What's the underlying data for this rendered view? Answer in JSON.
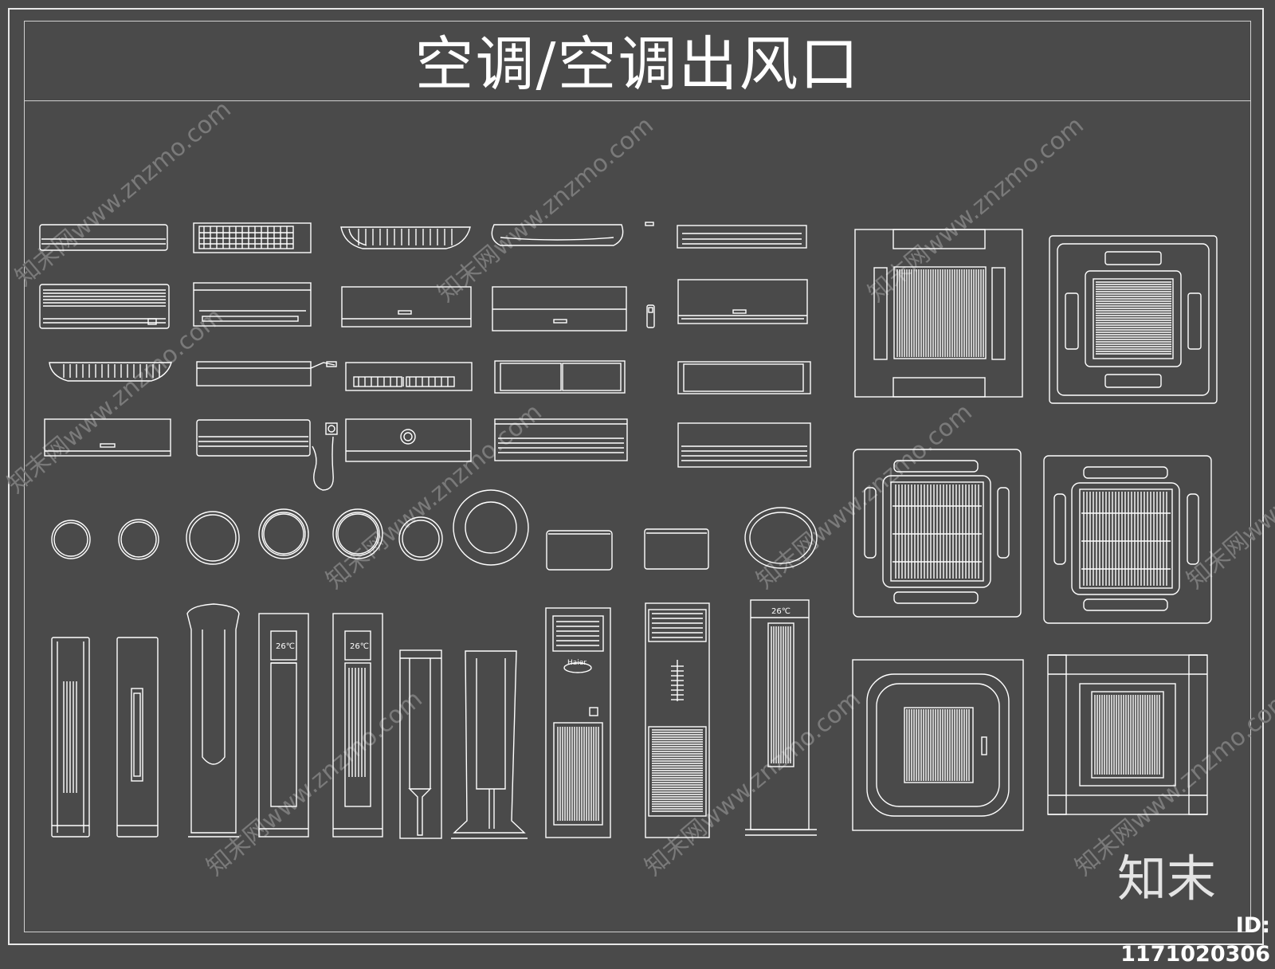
{
  "title": "空调/空调出风口",
  "watermark": {
    "text": "知末网www.znzmo.com"
  },
  "logo": {
    "text": "知末"
  },
  "image_id": "ID: 1171020306",
  "panel_labels": {
    "temp_a": "26℃",
    "temp_b": "26℃",
    "temp_c": "26℃",
    "brand": "Haier"
  },
  "colors": {
    "background": "#4a4a4a",
    "line": "#ffffff",
    "frame": "#e8e8e8"
  }
}
